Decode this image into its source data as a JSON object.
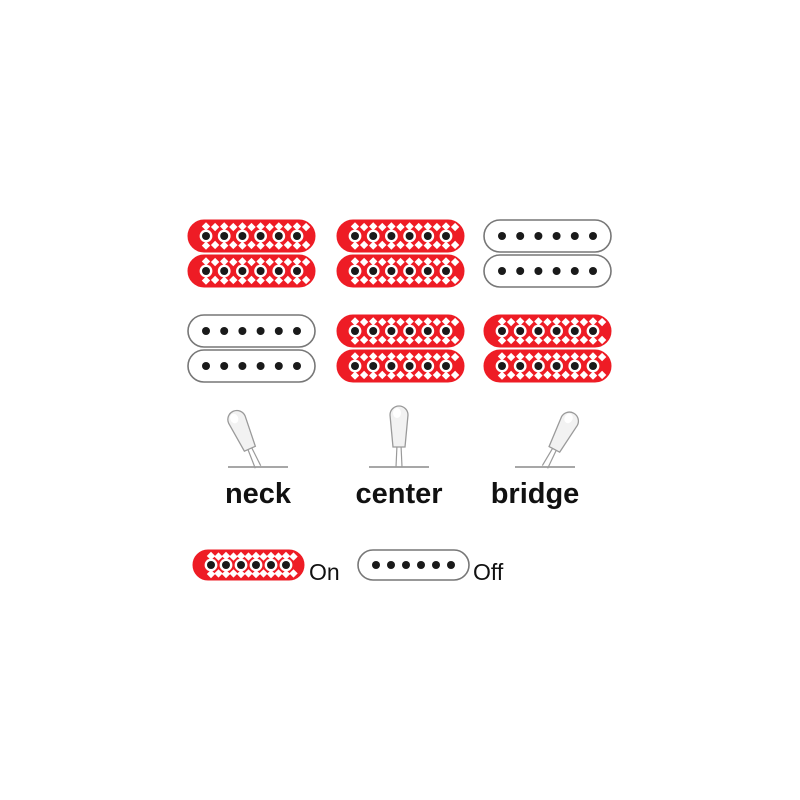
{
  "colors": {
    "on_fill": "#ee1c25",
    "off_fill": "#ffffff",
    "outline": "#777777",
    "pole": "#1a1a1a",
    "diamond": "#ffffff"
  },
  "positions": [
    {
      "label": "neck",
      "lever": "left",
      "top_pickup": "on",
      "bottom_pickup": "off"
    },
    {
      "label": "center",
      "lever": "center",
      "top_pickup": "on",
      "bottom_pickup": "on"
    },
    {
      "label": "bridge",
      "lever": "right",
      "top_pickup": "off",
      "bottom_pickup": "on"
    }
  ],
  "legend": {
    "on_label": "On",
    "off_label": "Off"
  }
}
